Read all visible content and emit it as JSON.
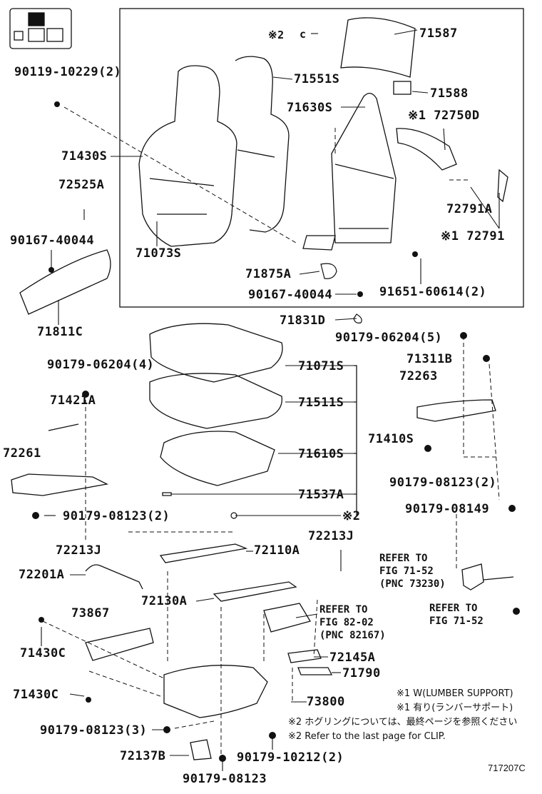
{
  "parts": {
    "p90119_10229": "90119-10229(2)",
    "p71430S": "71430S",
    "p72525A": "72525A",
    "p90167_40044_a": "90167-40044",
    "p71811C": "71811C",
    "p71073S": "71073S",
    "p71551S": "71551S",
    "p71587": "71587",
    "p71588": "71588",
    "p71630S": "71630S",
    "p72750D": "※1 72750D",
    "p72791A": "72791A",
    "p72791": "※1 72791",
    "p71875A": "71875A",
    "p90167_40044_b": "90167-40044",
    "p91651_60614": "91651-60614(2)",
    "p71831D": "71831D",
    "p90179_06204_5": "90179-06204(5)",
    "p90179_06204_4": "90179-06204(4)",
    "p71071S": "71071S",
    "p71311B": "71311B",
    "p72263": "72263",
    "p71421A": "71421A",
    "p71511S": "71511S",
    "p71410S": "71410S",
    "p72261": "72261",
    "p71610S": "71610S",
    "p90179_08123_2a": "90179-08123(2)",
    "p71537A": "71537A",
    "p90179_08123_2b": "90179-08123(2)",
    "p90179_08149": "90179-08149",
    "p72213J_l": "72213J",
    "p72110A": "72110A",
    "p72213J_r": "72213J",
    "p72201A": "72201A",
    "p72130A": "72130A",
    "p73867": "73867",
    "p71430C_a": "71430C",
    "p71430C_b": "71430C",
    "p72145A": "72145A",
    "p71790": "71790",
    "p73800": "73800",
    "p90179_08123_3": "90179-08123(3)",
    "p72137B": "72137B",
    "p90179_10212": "90179-10212(2)",
    "p90179_08123": "90179-08123",
    "clip_mark_top": "※2",
    "clip_mark_mid": "※2"
  },
  "refs": {
    "ref1_l1": "REFER TO",
    "ref1_l2": "FIG 82-02",
    "ref1_l3": "(PNC 82167)",
    "ref2_l1": "REFER TO",
    "ref2_l2": "FIG 71-52",
    "ref2_l3": "(PNC 73230)",
    "ref3_l1": "REFER TO",
    "ref3_l2": "FIG 71-52"
  },
  "notes": {
    "n1": "※1  W(LUMBER SUPPORT)",
    "n2": "※1  有り(ランバーサポート)",
    "n3": "※2  ホグリングについては、最終ページを参照ください",
    "n4": "※2  Refer to the last page for CLIP."
  },
  "code": "717207C"
}
